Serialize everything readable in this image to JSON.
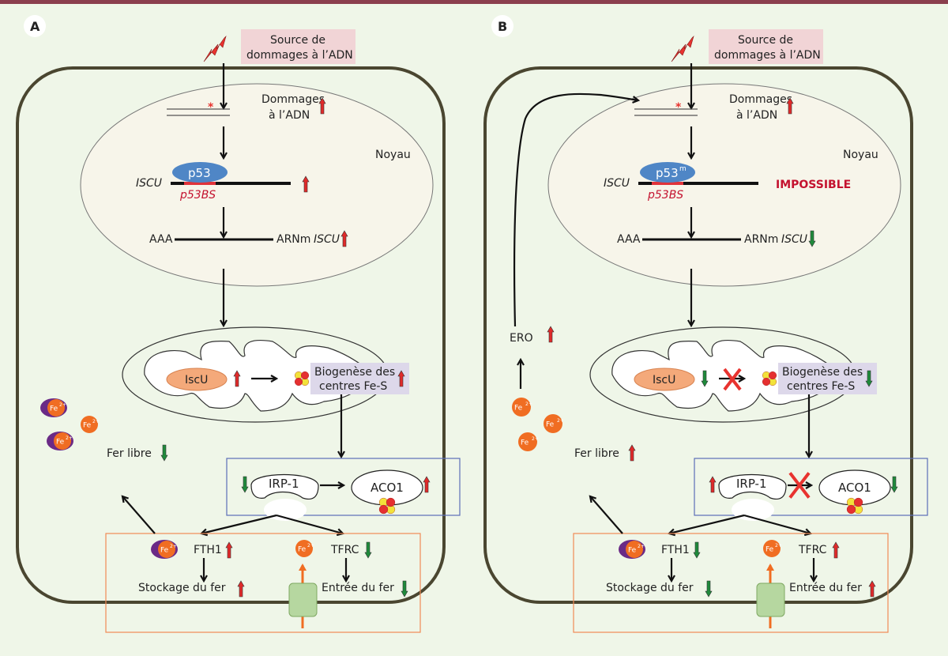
{
  "panels": [
    {
      "id": "A",
      "letter": "A",
      "source_label_1": "Source de",
      "source_label_2": "dommages à l’ADN",
      "dna_damage_1": "Dommages",
      "dna_damage_2": "à l’ADN",
      "dna_damage_trend": "up",
      "nucleus_label": "Noyau",
      "gene_label": "ISCU",
      "p53_label": "p53",
      "p53_superscript": "",
      "binding_site_label": "p53BS",
      "transcription_status": "",
      "transcription_trend": "up",
      "polyA_label": "AAA",
      "mrna_label": "ARNm",
      "mrna_gene": "ISCU",
      "mrna_trend": "up",
      "iscu_protein_label": "IscU",
      "iscu_trend": "up",
      "fes_label_1": "Biogenèse des",
      "fes_label_2": "centres Fe-S",
      "fes_trend": "up",
      "fes_blocked": false,
      "free_iron_label": "Fer libre",
      "free_iron_trend": "down",
      "irp1_label": "IRP-1",
      "irp1_trend": "down",
      "aco1_label": "ACO1",
      "aco1_trend": "up",
      "aco1_blocked": false,
      "fth1_label": "FTH1",
      "fth1_trend": "up",
      "tfrc_label": "TFRC",
      "tfrc_trend": "down",
      "storage_label": "Stockage du fer",
      "storage_trend": "up",
      "entry_label": "Entrée du fer",
      "entry_trend": "down",
      "ros_label": "",
      "ros_trend": ""
    },
    {
      "id": "B",
      "letter": "B",
      "source_label_1": "Source de",
      "source_label_2": "dommages à l’ADN",
      "dna_damage_1": "Dommages",
      "dna_damage_2": "à l’ADN",
      "dna_damage_trend": "up",
      "nucleus_label": "Noyau",
      "gene_label": "ISCU",
      "p53_label": "p53",
      "p53_superscript": "m",
      "binding_site_label": "p53BS",
      "transcription_status": "IMPOSSIBLE",
      "transcription_trend": "",
      "polyA_label": "AAA",
      "mrna_label": "ARNm",
      "mrna_gene": "ISCU",
      "mrna_trend": "down",
      "iscu_protein_label": "IscU",
      "iscu_trend": "down",
      "fes_label_1": "Biogenèse des",
      "fes_label_2": "centres Fe-S",
      "fes_trend": "down",
      "fes_blocked": true,
      "free_iron_label": "Fer libre",
      "free_iron_trend": "up",
      "irp1_label": "IRP-1",
      "irp1_trend": "up",
      "aco1_label": "ACO1",
      "aco1_trend": "down",
      "aco1_blocked": true,
      "fth1_label": "FTH1",
      "fth1_trend": "down",
      "tfrc_label": "TFRC",
      "tfrc_trend": "up",
      "storage_label": "Stockage du fer",
      "storage_trend": "down",
      "entry_label": "Entrée du fer",
      "entry_trend": "up",
      "ros_label": "ERO",
      "ros_trend": "up"
    }
  ],
  "iron_ion_label": "Fe",
  "iron_ion_charge": "2+",
  "colors": {
    "up_arrow": "#e02a2a",
    "down_arrow": "#1f8a3b",
    "background": "#eff6e8",
    "nucleus": "#f7f5ea",
    "p53": "#4f86c6",
    "binding_site": "#e0333a",
    "iscu": "#f4a97a",
    "fes_box": "#ddd8ea",
    "iron_ion": "#f06d22",
    "ferritin": "#6a2a86",
    "transporter": "#b6d7a0",
    "source_box": "#f1d4d6",
    "impossible": "#c4122f",
    "cell_membrane": "#4a4630"
  }
}
